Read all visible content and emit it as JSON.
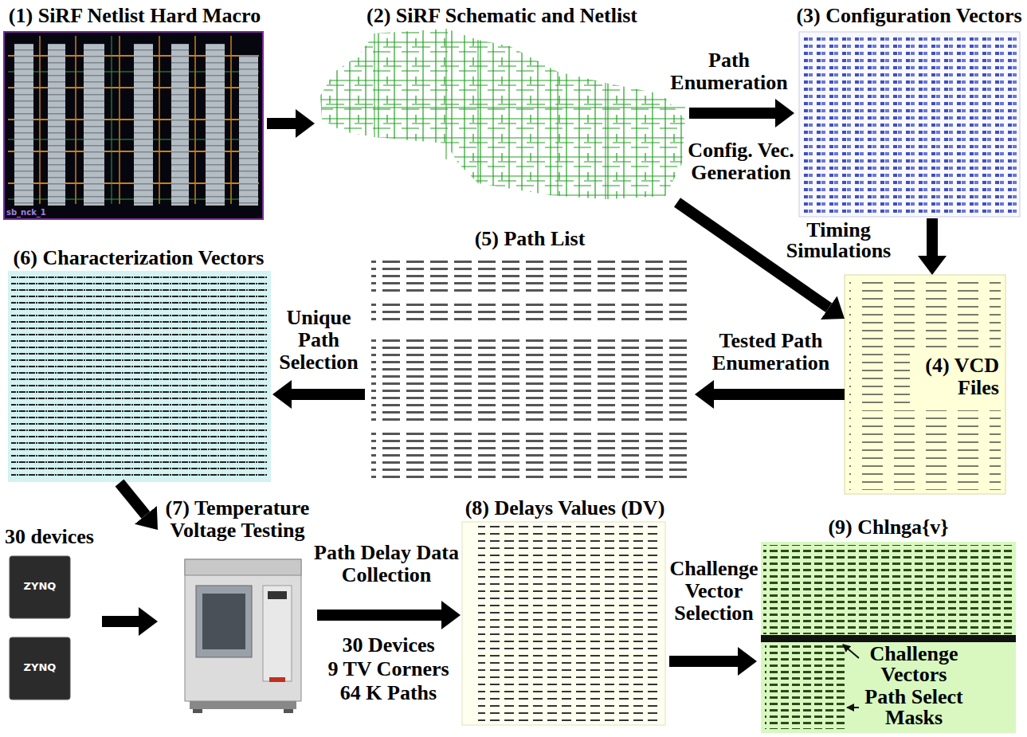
{
  "diagram": {
    "nodes": [
      {
        "text": [
          "(1) SiRF Netlist Hard Macro"
        ]
      },
      {
        "text": [
          "(2) SiRF Schematic and Netlist"
        ]
      },
      {
        "text": [
          "(3) Configuration Vectors"
        ]
      },
      {
        "text": [
          "(4) VCD Files"
        ]
      },
      {
        "text": [
          "(5) Path List"
        ]
      },
      {
        "text": [
          "(6) Characterization Vectors"
        ]
      },
      {
        "text": [
          "30 devices"
        ]
      },
      {
        "text": [
          "(7) Temperature Voltage Testing"
        ]
      },
      {
        "text": [
          "(8) Delays Values (DV)"
        ]
      },
      {
        "text": [
          "(9) Chlnga{v}"
        ]
      }
    ],
    "edges": [
      {
        "from": 0,
        "to": 1,
        "arrow": "to"
      },
      {
        "from": 1,
        "to": 2,
        "arrow": "to",
        "label": "Path Enumeration"
      },
      {
        "from": 2,
        "to": 3,
        "arrow": "to"
      },
      {
        "from": 1,
        "to": 3,
        "arrow": "to",
        "label": "Timing Simulations"
      },
      {
        "from": 3,
        "to": 4,
        "arrow": "to",
        "label": "Tested Path Enumeration"
      },
      {
        "from": 4,
        "to": 5,
        "arrow": "to",
        "label": "Unique Path Selection"
      },
      {
        "from": 5,
        "to": 7,
        "arrow": "to"
      },
      {
        "from": 6,
        "to": 7,
        "arrow": "to"
      },
      {
        "from": 7,
        "to": 8,
        "arrow": "to",
        "label": "Path Delay Data Collection"
      },
      {
        "from": 8,
        "to": 9,
        "arrow": "to",
        "label": "Challenge Vector Selection"
      }
    ],
    "labels": [
      "sb_nck_1",
      "Config. Vec. Generation",
      "ZYNQ",
      "ZYNQ",
      "30 Devices",
      "9 TV Corners",
      "64 K Paths",
      "Challenge Vectors",
      "Path Select Masks"
    ]
  }
}
